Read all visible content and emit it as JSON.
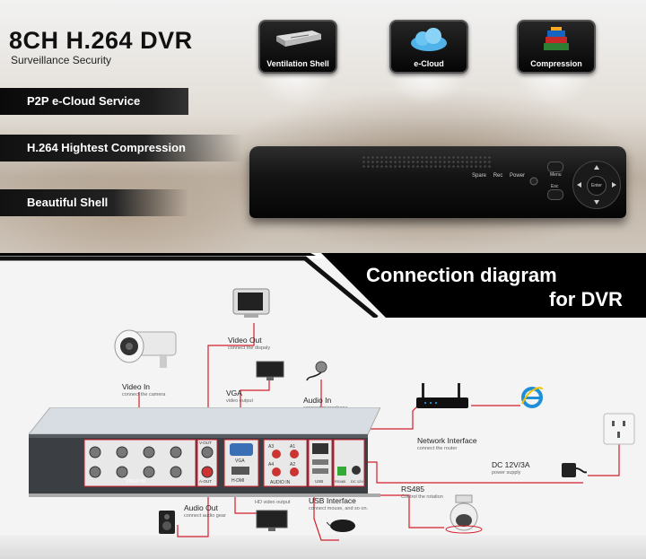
{
  "header": {
    "title": "8CH H.264 DVR",
    "subtitle": "Surveillance Security"
  },
  "tags": [
    {
      "label": "P2P e-Cloud Service"
    },
    {
      "label": "H.264 Hightest Compression"
    },
    {
      "label": "Beautiful Shell"
    }
  ],
  "features": [
    {
      "label": "Ventilation Shell",
      "icon": "dvr-box-icon"
    },
    {
      "label": "e-Cloud",
      "icon": "cloud-icon"
    },
    {
      "label": "Compression",
      "icon": "books-icon"
    }
  ],
  "dvr_front": {
    "indicators": [
      "Spare",
      "Rec",
      "Power"
    ],
    "buttons": {
      "menu": "Menu",
      "esc": "Esc",
      "enter": "Enter"
    }
  },
  "diagram": {
    "heading_line1": "Connection diagram",
    "heading_line2": "for DVR",
    "panel_labels": {
      "video_in": "VIDEO IN",
      "video_out": "V-OUT",
      "audio_out": "A-OUT",
      "vga": "VGA",
      "hdmi": "H-DMI",
      "audio_in": "AUDIO IN",
      "usb": "USB",
      "rs485": "RS485",
      "dc": "DC 12V",
      "audio_channels": [
        "A3",
        "A1",
        "A4",
        "A2"
      ]
    },
    "connections": {
      "video_in": {
        "title": "Video In",
        "desc": "connect the camera"
      },
      "video_out": {
        "title": "Video Out",
        "desc": "connect the dispaly"
      },
      "vga": {
        "title": "VGA",
        "desc": "video output"
      },
      "audio_in": {
        "title": "Audio In",
        "desc": "connect microphone"
      },
      "network": {
        "title": "Network Interface",
        "desc": "connect the router"
      },
      "dc": {
        "title": "DC 12V/3A",
        "desc": "power supply"
      },
      "rs485": {
        "title": "RS485",
        "desc": "Control the rotation"
      },
      "usb": {
        "title": "USB Interface",
        "desc": "connect mouse, and so on."
      },
      "hdmi": {
        "title": "H-DMI",
        "desc": "HD video output"
      },
      "audio_out": {
        "title": "Audio Out",
        "desc": "connect audio gear"
      }
    }
  },
  "colors": {
    "accent_red": "#d21e2a",
    "dark": "#111111",
    "ie_blue": "#1f8fd8"
  }
}
